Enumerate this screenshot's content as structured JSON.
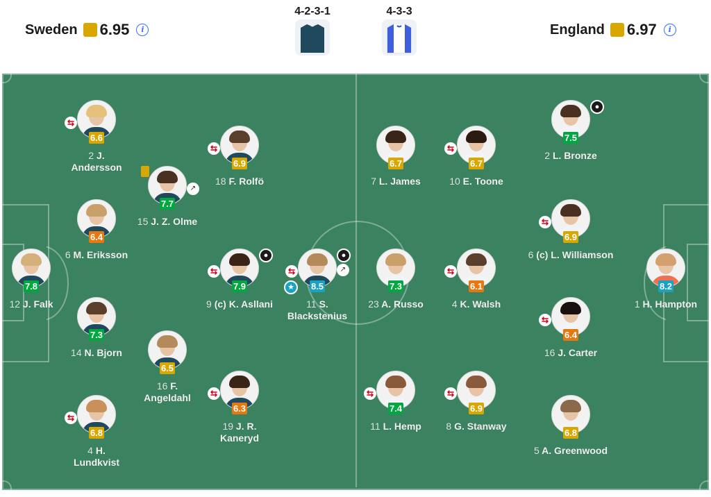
{
  "colors": {
    "green": "#00a83f",
    "lightgreen": "#2fbf3a",
    "yellow": "#d9a700",
    "orange": "#e8780d",
    "teal": "#18a2c4",
    "info": "#3b6ef5"
  },
  "home": {
    "name": "Sweden",
    "rating": "6.95",
    "formation": "4-2-3-1",
    "shirt_color": "#1f4a5e",
    "card_color": "#d9a700"
  },
  "away": {
    "name": "England",
    "rating": "6.97",
    "formation": "4-3-3",
    "shirt_color": "#ffffff",
    "card_color": "#d9a700"
  },
  "players": [
    {
      "num": "2",
      "name": "J. Andersson",
      "rating": "6.6",
      "color": "#d9a700",
      "hair": "#e5c07b",
      "kit": "#1f4a5e",
      "icons": [
        "sub"
      ]
    },
    {
      "num": "6",
      "name": "M. Eriksson",
      "rating": "6.4",
      "color": "#e8780d",
      "hair": "#c9a06a",
      "kit": "#1f4a5e",
      "icons": []
    },
    {
      "num": "12",
      "name": "J. Falk",
      "rating": "7.8",
      "color": "#00a83f",
      "hair": "#d4b07a",
      "kit": "#1f4a5e",
      "icons": []
    },
    {
      "num": "14",
      "name": "N. Bjorn",
      "rating": "7.3",
      "color": "#00a83f",
      "hair": "#5a3f2c",
      "kit": "#1f4a5e",
      "icons": []
    },
    {
      "num": "4",
      "name": "H. Lundkvist",
      "rating": "6.8",
      "color": "#d9a700",
      "hair": "#c9905a",
      "kit": "#1f4a5e",
      "icons": [
        "sub"
      ]
    },
    {
      "num": "15",
      "name": "J. Z. Olme",
      "rating": "7.7",
      "color": "#00a83f",
      "hair": "#4a3020",
      "kit": "#1f4a5e",
      "icons": [
        "yellow",
        "boot"
      ]
    },
    {
      "num": "16",
      "name": "F. Angeldahl",
      "rating": "6.5",
      "color": "#d9a700",
      "hair": "#b58a5a",
      "kit": "#1f4a5e",
      "icons": []
    },
    {
      "num": "18",
      "name": "F. Rolfö",
      "rating": "6.9",
      "color": "#d9a700",
      "hair": "#5a3f2c",
      "kit": "#1f4a5e",
      "icons": [
        "sub"
      ]
    },
    {
      "num": "9",
      "name": "(c) K. Asllani",
      "rating": "7.9",
      "color": "#00a83f",
      "hair": "#3a2418",
      "kit": "#1f4a5e",
      "icons": [
        "sub",
        "goal"
      ]
    },
    {
      "num": "19",
      "name": "J. R. Kaneryd",
      "rating": "6.3",
      "color": "#e8780d",
      "hair": "#3a2418",
      "kit": "#1f4a5e",
      "icons": [
        "sub"
      ]
    },
    {
      "num": "11",
      "name": "S. Blackstenius",
      "rating": "8.5",
      "color": "#18a2c4",
      "hair": "#b58a5a",
      "kit": "#1f4a5e",
      "icons": [
        "sub",
        "star",
        "goal",
        "boot"
      ]
    },
    {
      "num": "7",
      "name": "L. James",
      "rating": "6.7",
      "color": "#d9a700",
      "hair": "#3a2418",
      "kit": "#f2f4f8",
      "icons": []
    },
    {
      "num": "10",
      "name": "E. Toone",
      "rating": "6.7",
      "color": "#d9a700",
      "hair": "#2a1a10",
      "kit": "#f2f4f8",
      "icons": [
        "sub"
      ]
    },
    {
      "num": "23",
      "name": "A. Russo",
      "rating": "7.3",
      "color": "#00a83f",
      "hair": "#c9a06a",
      "kit": "#f2f4f8",
      "icons": []
    },
    {
      "num": "11",
      "name": "L. Hemp",
      "rating": "7.4",
      "color": "#00a83f",
      "hair": "#8a5a3a",
      "kit": "#f2f4f8",
      "icons": [
        "sub"
      ]
    },
    {
      "num": "4",
      "name": "K. Walsh",
      "rating": "6.1",
      "color": "#e8780d",
      "hair": "#5a3f2c",
      "kit": "#f2f4f8",
      "icons": [
        "sub"
      ]
    },
    {
      "num": "8",
      "name": "G. Stanway",
      "rating": "6.9",
      "color": "#d9a700",
      "hair": "#8a5a3a",
      "kit": "#f2f4f8",
      "icons": [
        "sub"
      ]
    },
    {
      "num": "2",
      "name": "L. Bronze",
      "rating": "7.5",
      "color": "#00a83f",
      "hair": "#4a3020",
      "kit": "#f2f4f8",
      "icons": [
        "goal"
      ]
    },
    {
      "num": "6",
      "name": "(c) L. Williamson",
      "rating": "6.9",
      "color": "#d9a700",
      "hair": "#4a3020",
      "kit": "#f2f4f8",
      "icons": [
        "sub"
      ]
    },
    {
      "num": "16",
      "name": "J. Carter",
      "rating": "6.4",
      "color": "#e8780d",
      "hair": "#1a1010",
      "kit": "#f2f4f8",
      "icons": [
        "sub"
      ]
    },
    {
      "num": "5",
      "name": "A. Greenwood",
      "rating": "6.8",
      "color": "#d9a700",
      "hair": "#8a6a4a",
      "kit": "#f2f4f8",
      "icons": []
    },
    {
      "num": "1",
      "name": "H. Hampton",
      "rating": "8.2",
      "color": "#18a2c4",
      "hair": "#d4a070",
      "kit": "#f07050",
      "icons": []
    }
  ]
}
